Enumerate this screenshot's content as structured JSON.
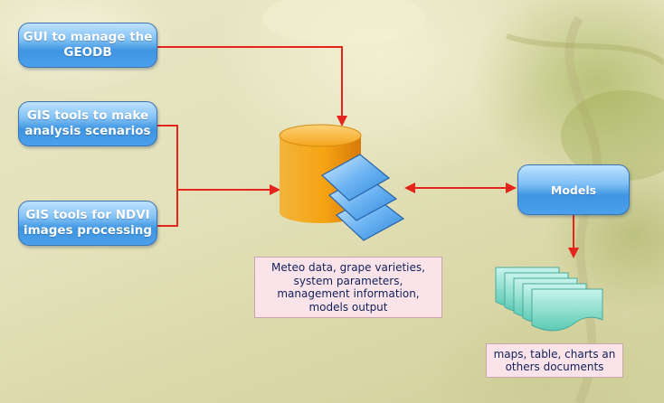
{
  "nodes": {
    "gui": "GUI to manage the\nGEODB",
    "gis_analysis": "GIS tools to make\nanalysis  scenarios",
    "gis_ndvi": "GIS tools for NDVI\nimages  processing",
    "models": "Models"
  },
  "labels": {
    "database": "Meteo data, grape varieties,\nsystem parameters,\nmanagement information,\nmodels output",
    "documents": "maps, table, charts an\nothers documents"
  },
  "colors": {
    "arrow": "#e5251d",
    "box_fill": "#4a9be5",
    "cylinder": "#f0a316",
    "layer": "#3f8fe0",
    "documents": "#74d7c4"
  }
}
